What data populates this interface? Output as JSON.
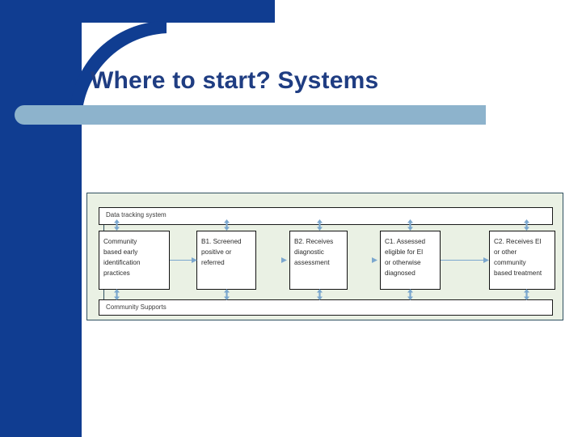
{
  "slide": {
    "title": "Where to start? Systems",
    "theme": {
      "dark_blue": "#103d91",
      "title_blue": "#1f3d82",
      "light_blue_bar": "#8db3cc",
      "diagram_bg": "#eaf1e4",
      "arrow_blue": "#7ba7ce"
    }
  },
  "diagram": {
    "type": "flow",
    "top_band_label": "Data tracking system",
    "bottom_band_label": "Community Supports",
    "nodes": [
      {
        "id": "start",
        "lines": [
          "Community",
          "based early",
          "identification",
          "practices"
        ]
      },
      {
        "id": "b1",
        "lines": [
          "B1. Screened",
          "positive or",
          "referred"
        ]
      },
      {
        "id": "b2",
        "lines": [
          "B2. Receives",
          "diagnostic",
          "assessment"
        ]
      },
      {
        "id": "c1",
        "lines": [
          "C1. Assessed",
          "eligible for EI",
          "or otherwise",
          "diagnosed"
        ]
      },
      {
        "id": "c2",
        "lines": [
          "C2. Receives EI",
          "or other",
          "community",
          "based treatment"
        ]
      }
    ],
    "flow_edges": [
      {
        "from": "start",
        "to": "b1"
      },
      {
        "from": "b1",
        "to": "b2"
      },
      {
        "from": "b2",
        "to": "c1"
      },
      {
        "from": "c1",
        "to": "c2"
      }
    ]
  }
}
